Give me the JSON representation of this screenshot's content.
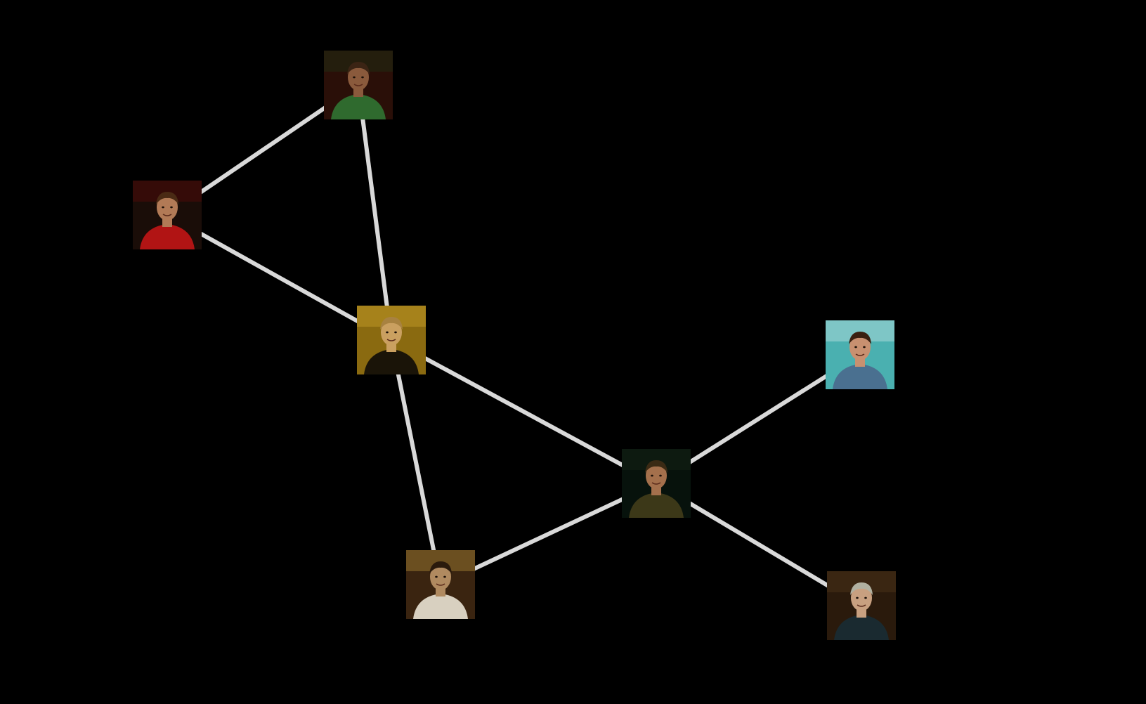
{
  "graph": {
    "background": "#000000",
    "edge_color": "#d9d9d9",
    "nodes": [
      {
        "id": "neiman",
        "name": "character-node-neiman",
        "palette": {
          "bg": "#2a0f08",
          "skin": "#8a5a3c",
          "hair": "#3b2414",
          "shirt": "#2f6a2e",
          "accent": "#1a3c18"
        }
      },
      {
        "id": "connolly",
        "name": "character-node-connolly",
        "palette": {
          "bg": "#1a0d08",
          "skin": "#b27a56",
          "hair": "#4a2a14",
          "shirt": "#b11414",
          "accent": "#6a0a0a"
        }
      },
      {
        "id": "fletcher",
        "name": "character-node-fletcher",
        "palette": {
          "bg": "#8a6a10",
          "skin": "#caa060",
          "hair": "#a88240",
          "shirt": "#1a1408",
          "accent": "#d9b030"
        }
      },
      {
        "id": "andrew",
        "name": "character-node-andrew",
        "palette": {
          "bg": "#07120c",
          "skin": "#a4704c",
          "hair": "#3a2a14",
          "shirt": "#3c3818",
          "accent": "#1a2a1a"
        }
      },
      {
        "id": "band",
        "name": "character-node-band",
        "palette": {
          "bg": "#3a2410",
          "skin": "#b08a60",
          "hair": "#2a1a0c",
          "shirt": "#d8d0c0",
          "accent": "#c8a040"
        }
      },
      {
        "id": "nicole",
        "name": "character-node-nicole",
        "palette": {
          "bg": "#4ab0b0",
          "skin": "#c89070",
          "hair": "#3a2010",
          "shirt": "#4a7090",
          "accent": "#e0f0f0"
        }
      },
      {
        "id": "jim",
        "name": "character-node-jim",
        "palette": {
          "bg": "#2a1a0c",
          "skin": "#c8a080",
          "hair": "#b0b0a0",
          "shirt": "#1a2a30",
          "accent": "#5a4020"
        }
      }
    ],
    "edges": [
      [
        "connolly",
        "neiman"
      ],
      [
        "neiman",
        "fletcher"
      ],
      [
        "connolly",
        "fletcher"
      ],
      [
        "fletcher",
        "andrew"
      ],
      [
        "fletcher",
        "band"
      ],
      [
        "band",
        "andrew"
      ],
      [
        "andrew",
        "nicole"
      ],
      [
        "andrew",
        "jim"
      ]
    ]
  }
}
